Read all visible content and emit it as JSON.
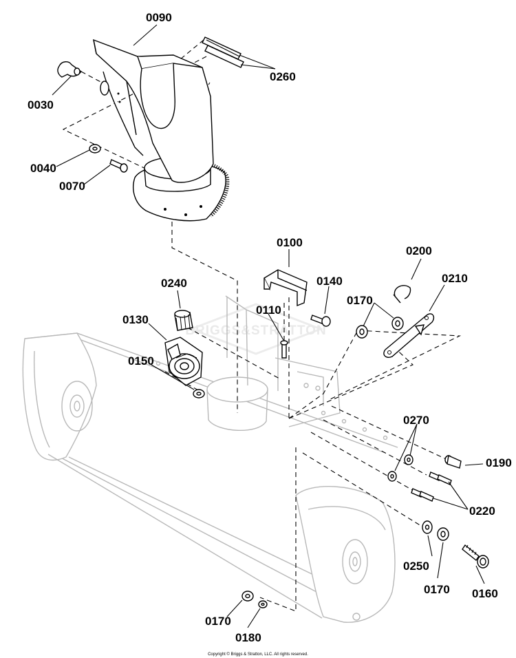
{
  "watermark": "BRIGGS&STRATTON",
  "copyright": "Copyright © Briggs & Stratton, LLC. All rights reserved.",
  "callouts": [
    {
      "id": "0090",
      "label": "0090"
    },
    {
      "id": "0260",
      "label": "0260"
    },
    {
      "id": "0030",
      "label": "0030"
    },
    {
      "id": "0040",
      "label": "0040"
    },
    {
      "id": "0070",
      "label": "0070"
    },
    {
      "id": "0100",
      "label": "0100"
    },
    {
      "id": "0200",
      "label": "0200"
    },
    {
      "id": "0240",
      "label": "0240"
    },
    {
      "id": "0140",
      "label": "0140"
    },
    {
      "id": "0210",
      "label": "0210"
    },
    {
      "id": "0170a",
      "label": "0170"
    },
    {
      "id": "0130",
      "label": "0130"
    },
    {
      "id": "0110",
      "label": "0110"
    },
    {
      "id": "0150",
      "label": "0150"
    },
    {
      "id": "0270",
      "label": "0270"
    },
    {
      "id": "0190",
      "label": "0190"
    },
    {
      "id": "0220",
      "label": "0220"
    },
    {
      "id": "0250",
      "label": "0250"
    },
    {
      "id": "0170b",
      "label": "0170"
    },
    {
      "id": "0160",
      "label": "0160"
    },
    {
      "id": "0170c",
      "label": "0170"
    },
    {
      "id": "0180",
      "label": "0180"
    }
  ]
}
